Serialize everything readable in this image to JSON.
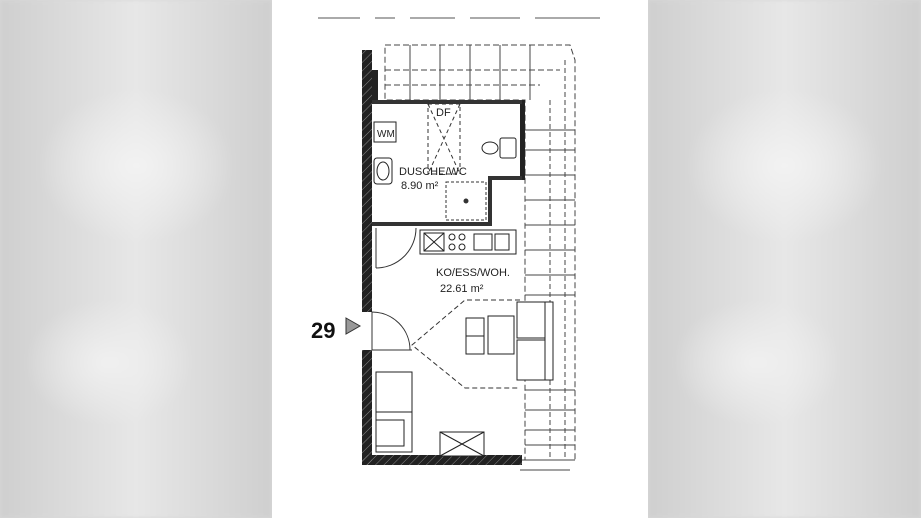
{
  "rooms": {
    "bath": {
      "name": "DUSCHE/WC",
      "area": "8.90 m²"
    },
    "living": {
      "name": "KO/ESS/WOH.",
      "area": "22.61 m²"
    }
  },
  "labels": {
    "washer": "WM",
    "skylight": "DF"
  },
  "entrance": {
    "number": "29"
  }
}
